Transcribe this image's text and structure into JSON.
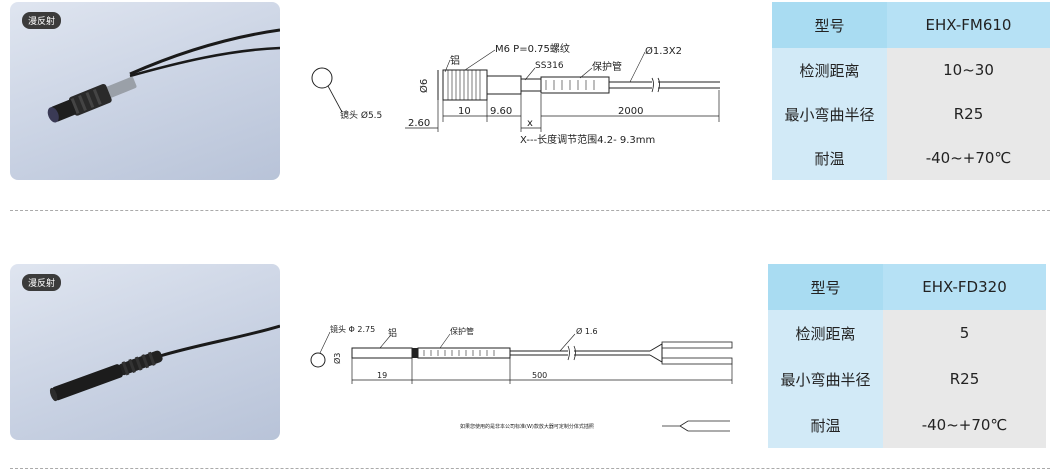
{
  "products": [
    {
      "tag": "漫反射",
      "drawing": {
        "lens": "镜头 Ø5.5",
        "thread": "M6 P=0.75螺纹",
        "material": "铝",
        "steel": "SS316",
        "tube": "保护管",
        "fiber": "Ø1.3X2",
        "dia": "Ø6",
        "dims": [
          "2.60",
          "10",
          "9.60",
          "x",
          "2000"
        ],
        "note": "X---长度调节范围4.2- 9.3mm"
      },
      "spec": {
        "model_label": "型号",
        "model": "EHX-FM610",
        "rows": [
          {
            "label": "检测距离",
            "value": "10~30"
          },
          {
            "label": "最小弯曲半径",
            "value": "R25"
          },
          {
            "label": "耐温",
            "value": "-40~+70℃"
          }
        ]
      }
    },
    {
      "tag": "漫反射",
      "drawing": {
        "lens": "镜头 Φ 2.75",
        "material": "铝",
        "tube": "保护管",
        "fiber": "Ø 1.6",
        "dia": "Ø3",
        "dims": [
          "19",
          "500"
        ],
        "note": "如果您使用的是非本公司标准(W)款放大器可定制分体式插照"
      },
      "spec": {
        "model_label": "型号",
        "model": "EHX-FD320",
        "rows": [
          {
            "label": "检测距离",
            "value": "5"
          },
          {
            "label": "最小弯曲半径",
            "value": "R25"
          },
          {
            "label": "耐温",
            "value": "-40~+70℃"
          }
        ]
      }
    }
  ]
}
